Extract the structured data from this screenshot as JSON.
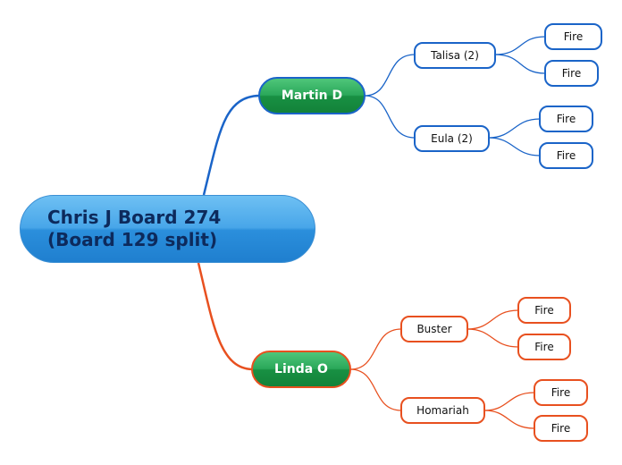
{
  "root": {
    "line1": "Chris J Board 274",
    "line2": "(Board 129 split)"
  },
  "branches": [
    {
      "label": "Martin D",
      "children": [
        {
          "label": "Talisa (2)",
          "children": [
            "Fire",
            "Fire"
          ]
        },
        {
          "label": "Eula (2)",
          "children": [
            "Fire",
            "Fire"
          ]
        }
      ]
    },
    {
      "label": "Linda O",
      "children": [
        {
          "label": "Buster",
          "children": [
            "Fire",
            "Fire"
          ]
        },
        {
          "label": "Homariah",
          "children": [
            "Fire",
            "Fire"
          ]
        }
      ]
    }
  ],
  "colors": {
    "blue_branch": "#1a64c8",
    "orange_branch": "#e8501f",
    "node_fill": "#22a055",
    "root_fill": "#48a6e9"
  }
}
